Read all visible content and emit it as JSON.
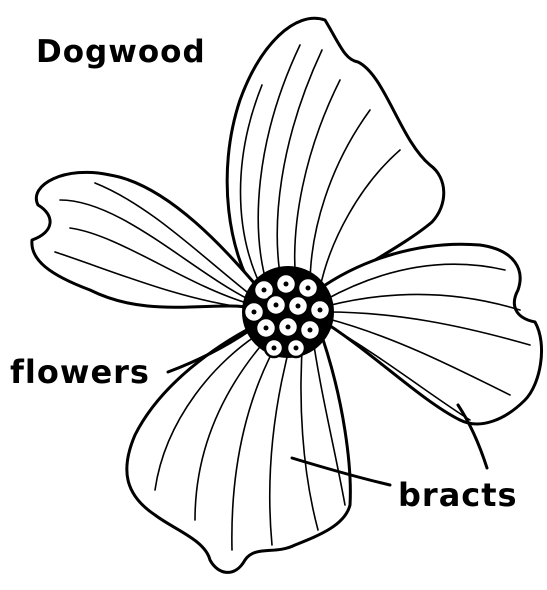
{
  "diagram": {
    "title": "Dogwood",
    "labels": {
      "flowers": "flowers",
      "bracts": "bracts"
    }
  },
  "colors": {
    "ink": "#000000",
    "paper": "#ffffff"
  }
}
